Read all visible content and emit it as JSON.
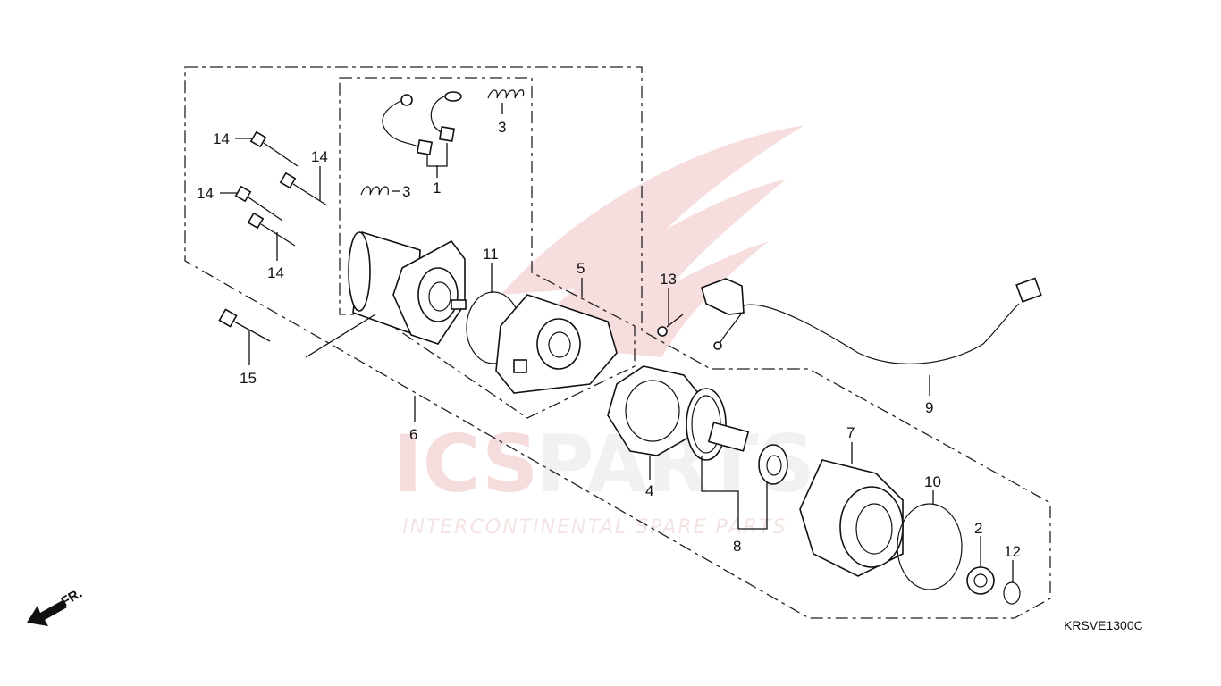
{
  "diagram": {
    "code": "KRSVE1300C",
    "front_marker": "FR.",
    "callouts": [
      "1",
      "2",
      "3",
      "3",
      "4",
      "5",
      "6",
      "7",
      "8",
      "9",
      "10",
      "11",
      "12",
      "13",
      "14",
      "14",
      "14",
      "14",
      "15"
    ],
    "watermark": {
      "brand_ics": "ICS",
      "brand_parts": "PARTS",
      "tagline": "INTERCONTINENTAL SPARE PARTS",
      "color": "#e8a0a0"
    }
  }
}
